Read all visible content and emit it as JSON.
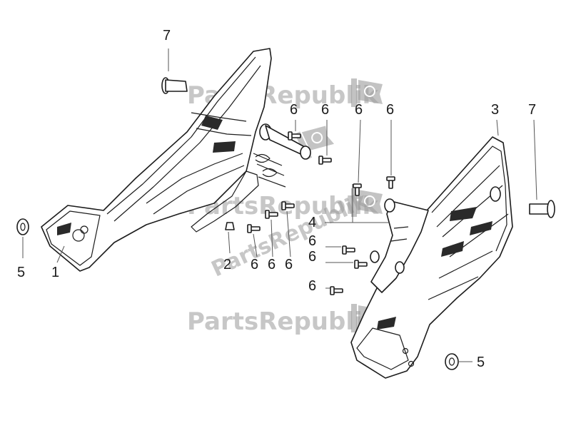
{
  "callouts": {
    "c1": "1",
    "c2": "2",
    "c3": "3",
    "c4": "4",
    "c5": "5",
    "c6": "6",
    "c7": "7"
  },
  "watermark": {
    "brand": "PartsRepublik",
    "color": "#9b9b9b"
  },
  "colors": {
    "line": "#1c1c1c",
    "background": "#ffffff"
  }
}
